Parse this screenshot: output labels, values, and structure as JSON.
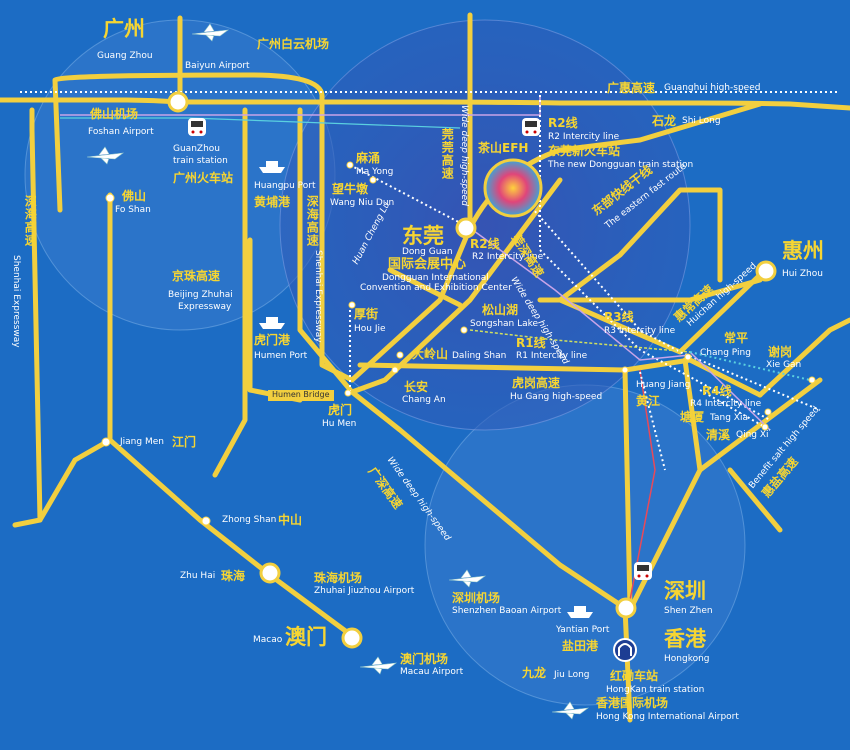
{
  "colors": {
    "background": "#1c6cc4",
    "road": "#f2cf3f",
    "rail": "#ffffff",
    "accent": "#f6d532"
  },
  "cities": {
    "guangzhou": {
      "cn": "广州",
      "en": "Guang Zhou"
    },
    "baiyun": {
      "en": "Baiyun Airport"
    },
    "baiyun_airport_cn": "广州白云机场",
    "foshan_airport": {
      "cn": "佛山机场",
      "en": "Foshan Airport"
    },
    "gz_station": {
      "en1": "GuanZhou",
      "en2": "train station",
      "cn": "广州火车站"
    },
    "foshan": {
      "cn": "佛山",
      "en": "Fo Shan"
    },
    "huangpu": {
      "en": "Huangpu Port",
      "cn": "黄埔港"
    },
    "jingzhu": {
      "cn": "京珠高速",
      "en1": "Beijing Zhuhai",
      "en2": "Expressway"
    },
    "humen_port": {
      "cn": "虎门港",
      "en": "Humen Port"
    },
    "humen_bridge": "Humen Bridge",
    "humen": {
      "cn": "虎门",
      "en": "Hu Men"
    },
    "jiangmen": {
      "en": "Jiang Men",
      "cn": "江门"
    },
    "zhongshan": {
      "en": "Zhong Shan",
      "cn": "中山"
    },
    "zhuhai": {
      "en": "Zhu Hai",
      "cn": "珠海"
    },
    "zhuhai_airport": {
      "cn": "珠海机场",
      "en": "Zhuhai Jiuzhou Airport"
    },
    "macao": {
      "en": "Macao",
      "cn": "澳门"
    },
    "macau_airport": {
      "cn": "澳门机场",
      "en": "Macau Airport"
    },
    "mayong": {
      "cn": "麻涌",
      "en": "Ma Yong"
    },
    "wangniudun": {
      "cn": "望牛墩",
      "en": "Wang Niu Dun"
    },
    "dongguan": {
      "cn": "东莞",
      "en": "Dong Guan"
    },
    "expo": {
      "cn": "国际会展中心",
      "en1": "Dongguan International",
      "en2": "Convention and Exhibition Center"
    },
    "houjie": {
      "cn": "厚街",
      "en": "Hou Jie"
    },
    "songshan": {
      "cn": "松山湖",
      "en": "Songshan Lake"
    },
    "dalingshan": {
      "cn": "大岭山",
      "en": "Daling Shan"
    },
    "changan": {
      "cn": "长安",
      "en": "Chang An"
    },
    "hugang": {
      "cn": "虎岗高速",
      "en": "Hu Gang high-speed"
    },
    "r1": {
      "cn": "R1线",
      "en": "R1 Intercity line"
    },
    "r2": {
      "cn": "R2线",
      "en": "R2 Intercity line"
    },
    "r2b": {
      "cn": "R2线",
      "en": "R2  Intercity line"
    },
    "r3": {
      "cn": "R3线",
      "en": "R3 Intercity line"
    },
    "r4": {
      "cn": "R4线",
      "en": "R4 Intercity line"
    },
    "efh": "茶山EFH",
    "new_dg_station": {
      "cn": "东莞新火车站",
      "en": "The new Dongguan train station"
    },
    "guanghui": {
      "cn": "广惠高速",
      "en": "Guanghui high-speed"
    },
    "shilong": {
      "cn": "石龙",
      "en": "Shi Long"
    },
    "eastern": {
      "cn": "东部快线干线",
      "en": "The eastern fast route"
    },
    "huizhou": {
      "cn": "惠州",
      "en": "Hui Zhou"
    },
    "huichang": {
      "cn": "惠常高速",
      "en": "Huichan high-speed"
    },
    "changping": {
      "cn": "常平",
      "en": "Chang Ping"
    },
    "xiegang": {
      "cn": "谢岗",
      "en": "Xie Gan"
    },
    "huangjiang": {
      "en": "Huang Jiang",
      "cn": "黄江"
    },
    "tangxia": {
      "cn": "塘厦",
      "en": "Tang Xia"
    },
    "qingxi": {
      "cn": "清溪",
      "en": "Qing Xi"
    },
    "huiyan": {
      "en": "Benefit salt high speed",
      "cn": "惠盐高速"
    },
    "shenzhen": {
      "cn": "深圳",
      "en": "Shen Zhen"
    },
    "hongkong": {
      "cn": "香港",
      "en": "Hongkong"
    },
    "sz_airport": {
      "cn": "深圳机场",
      "en": "Shenzhen Baoan Airport"
    },
    "yantian": {
      "en": "Yantian Port",
      "cn": "盐田港"
    },
    "jiulong": {
      "cn": "九龙",
      "en": "Jiu Long"
    },
    "hunghom": {
      "cn": "红磡车站",
      "en": "HongKan train station"
    },
    "hk_airport": {
      "cn": "香港国际机场",
      "en": "Hong Kong International Airport"
    },
    "shenhai": {
      "cn": "深海高速",
      "en": "Shenhai Expressway"
    },
    "shenhai2": {
      "cn": "深海高速",
      "en": "Shenhai Expressway"
    },
    "guanshen": {
      "cn": "莞深高速"
    },
    "guanguan": {
      "cn": "莞莞高速"
    },
    "widedeep1": "Wide deep high-speed",
    "widedeep2": "Wide deep high-speed",
    "widedeep3": "Wide deep high-speed",
    "guanshen2": {
      "cn": "广深高速"
    },
    "huanchenglu": "Huan Cheng Lu"
  }
}
